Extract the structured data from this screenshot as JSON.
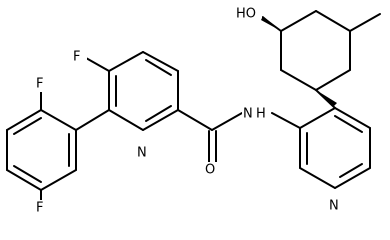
{
  "molecule": {
    "atoms": {
      "F1": "F",
      "F2": "F",
      "F3": "F",
      "HO": "HO",
      "N_pyr": "N",
      "N_amide": "N",
      "H_amide": "H",
      "O_amide": "O",
      "N_pyr2": "N"
    }
  }
}
